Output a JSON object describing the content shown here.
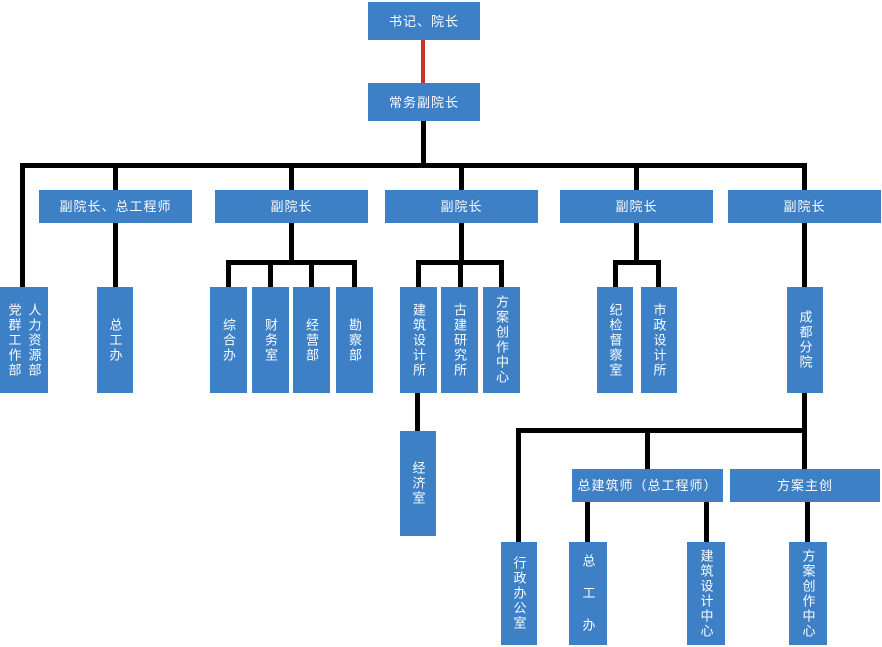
{
  "diagram": {
    "type": "organization-chart",
    "background": "#FFFFFF",
    "colors": {
      "node_fill": "#3D80C6",
      "node_text": "#FFFFFF",
      "connector": "#000000",
      "connector_top_special": "#C13530"
    },
    "nodes": {
      "president": {
        "label": "书记、院长"
      },
      "exec_vp": {
        "label": "常务副院长"
      },
      "vp_chief_engineer": {
        "label": "副院长、总工程师"
      },
      "vp1": {
        "label": "副院长"
      },
      "vp2": {
        "label": "副院长"
      },
      "vp3": {
        "label": "副院长"
      },
      "vp4": {
        "label": "副院长"
      },
      "party_mass_dept": {
        "label": "党群工作部"
      },
      "hr_dept": {
        "label": "人力资源部"
      },
      "chief_engineer_office": {
        "label": "总工办"
      },
      "general_office": {
        "label": "综合办"
      },
      "finance_office": {
        "label": "财务室"
      },
      "business_dept": {
        "label": "经营部"
      },
      "survey_dept": {
        "label": "勘察部"
      },
      "architectural_design_institute": {
        "label": "建筑设计所"
      },
      "ancient_architecture_institute": {
        "label": "古建研究所"
      },
      "scheme_creation_center": {
        "label": "方案创作中心"
      },
      "economy_office": {
        "label": "经济室"
      },
      "discipline_inspection_office": {
        "label": "纪检督察室"
      },
      "municipal_design_institute": {
        "label": "市政设计所"
      },
      "chengdu_branch": {
        "label": "成都分院"
      },
      "chief_architect": {
        "label": "总建筑师（总工程师）"
      },
      "scheme_lead": {
        "label": "方案主创"
      },
      "admin_office": {
        "label": "行政办公室"
      },
      "chief_engineer_office_branch": {
        "label": "总 工 办"
      },
      "architectural_design_center": {
        "label": "建筑设计中心"
      },
      "scheme_creation_center_branch": {
        "label": "方案创作中心"
      }
    },
    "edges": [
      [
        "president",
        "exec_vp"
      ],
      [
        "exec_vp",
        "party_mass_dept"
      ],
      [
        "exec_vp",
        "hr_dept"
      ],
      [
        "exec_vp",
        "vp_chief_engineer"
      ],
      [
        "exec_vp",
        "vp1"
      ],
      [
        "exec_vp",
        "vp2"
      ],
      [
        "exec_vp",
        "vp3"
      ],
      [
        "exec_vp",
        "vp4"
      ],
      [
        "vp_chief_engineer",
        "chief_engineer_office"
      ],
      [
        "vp1",
        "general_office"
      ],
      [
        "vp1",
        "finance_office"
      ],
      [
        "vp1",
        "business_dept"
      ],
      [
        "vp1",
        "survey_dept"
      ],
      [
        "vp2",
        "architectural_design_institute"
      ],
      [
        "vp2",
        "ancient_architecture_institute"
      ],
      [
        "vp2",
        "scheme_creation_center"
      ],
      [
        "architectural_design_institute",
        "economy_office"
      ],
      [
        "vp3",
        "discipline_inspection_office"
      ],
      [
        "vp3",
        "municipal_design_institute"
      ],
      [
        "vp4",
        "chengdu_branch"
      ],
      [
        "chengdu_branch",
        "admin_office"
      ],
      [
        "chengdu_branch",
        "chief_architect"
      ],
      [
        "chengdu_branch",
        "scheme_lead"
      ],
      [
        "chief_architect",
        "chief_engineer_office_branch"
      ],
      [
        "chief_architect",
        "architectural_design_center"
      ],
      [
        "scheme_lead",
        "scheme_creation_center_branch"
      ]
    ]
  }
}
